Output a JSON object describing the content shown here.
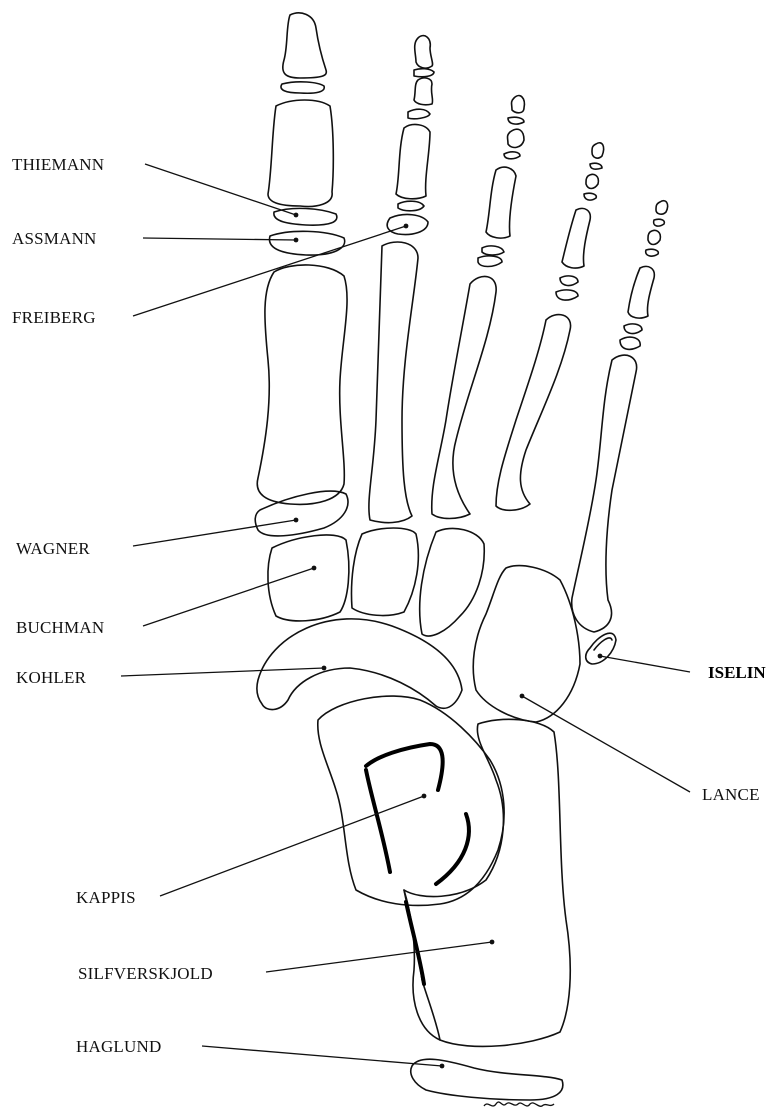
{
  "labels": {
    "thiemann": "THIEMANN",
    "assmann": "ASSMANN",
    "freiberg": "FREIBERG",
    "wagner": "WAGNER",
    "buchman": "BUCHMAN",
    "kohler": "KOHLER",
    "kappis": "KAPPIS",
    "silfverskjold": "SILFVERSKJOLD",
    "haglund": "HAGLUND",
    "iselin": "ISELIN",
    "lance": "LANCE"
  },
  "style": {
    "line_color": "#111111",
    "background": "#ffffff"
  }
}
